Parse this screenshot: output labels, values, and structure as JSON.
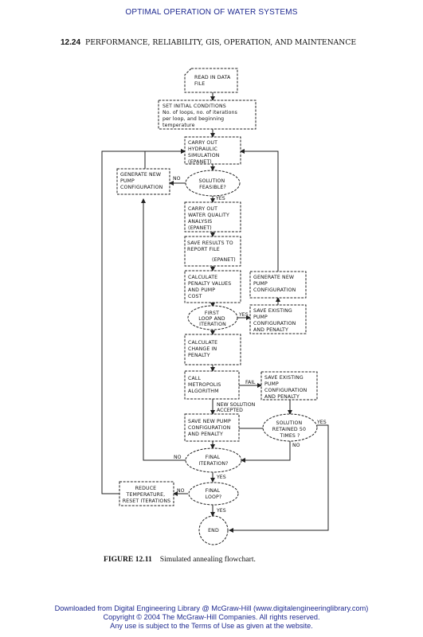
{
  "header": {
    "running_head": "OPTIMAL OPERATION OF WATER SYSTEMS",
    "section_number": "12.24",
    "section_title": "PERFORMANCE, RELIABILITY, GIS, OPERATION, AND MAINTENANCE"
  },
  "flowchart": {
    "nodes": {
      "read_data": [
        "READ IN DATA",
        "FILE"
      ],
      "set_initial": [
        "SET INITIAL CONDITIONS",
        "No. of loops, no. of iterations",
        "per loop, and beginning",
        "temperature"
      ],
      "hydraulic_sim": [
        "CARRY OUT",
        "HYDRAULIC",
        "SIMULATION",
        "(EPANET)"
      ],
      "generate_new_left": [
        "GENERATE NEW",
        "PUMP",
        "CONFIGURATION"
      ],
      "solution_feasible": [
        "SOLUTION",
        "FEASIBLE?"
      ],
      "water_quality": [
        "CARRY OUT",
        "WATER QUALITY",
        "ANALYSIS",
        "(EPANET)"
      ],
      "save_results": [
        "SAVE RESULTS TO",
        "REPORT FILE",
        "(EPANET)"
      ],
      "penalty_values": [
        "CALCULATE",
        "PENALTY VALUES",
        "AND PUMP",
        "COST"
      ],
      "generate_new_right": [
        "GENERATE NEW",
        "PUMP",
        "CONFIGURATION"
      ],
      "first_loop": [
        "FIRST",
        "LOOP AND",
        "ITERATION"
      ],
      "save_existing_1": [
        "SAVE EXISTING",
        "PUMP",
        "CONFIGURATION",
        "AND PENALTY"
      ],
      "change_penalty": [
        "CALCULATE",
        "CHANGE IN",
        "PENALTY"
      ],
      "metropolis": [
        "CALL",
        "METROPOLIS",
        "ALGORITHM"
      ],
      "save_existing_2": [
        "SAVE EXISTING",
        "PUMP",
        "CONFIGURATION",
        "AND PENALTY"
      ],
      "save_new": [
        "SAVE NEW PUMP",
        "CONFIGURATION",
        "AND PENALTY"
      ],
      "solution_retained": [
        "SOLUTION",
        "RETAINED 50",
        "TIMES ?"
      ],
      "final_iteration": [
        "FINAL",
        "ITERATION?"
      ],
      "reduce_temp": [
        "REDUCE",
        "TEMPERATURE,",
        "RESET ITERATIONS"
      ],
      "final_loop": [
        "FINAL",
        "LOOP?"
      ],
      "end": [
        "END"
      ]
    },
    "edge_labels": {
      "feasible_no": "NO",
      "feasible_yes": "YES",
      "first_yes": "YES",
      "metropolis_fail": "FAIL",
      "accepted_1": "NEW SOLUTION",
      "accepted_2": "ACCEPTED",
      "retained_yes": "YES",
      "retained_no": "NO",
      "final_iter_no": "NO",
      "final_iter_yes": "YES",
      "final_loop_no": "NO",
      "final_loop_yes": "YES"
    }
  },
  "caption": {
    "number": "FIGURE 12.11",
    "text": "Simulated annealing flowchart."
  },
  "footer": {
    "line1": "Downloaded from Digital Engineering Library @ McGraw-Hill (www.digitalengineeringlibrary.com)",
    "line2": "Copyright © 2004 The McGraw-Hill Companies. All rights reserved.",
    "line3": "Any use is subject to the Terms of Use as given at the website."
  }
}
